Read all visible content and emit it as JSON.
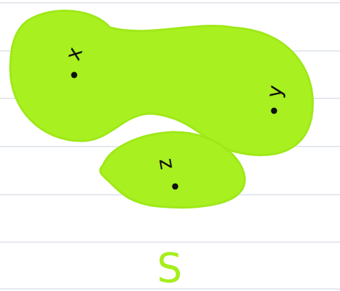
{
  "diagram": {
    "nodes": [
      {
        "text": [
          "x",
          "y"
        ]
      },
      {
        "text": [
          "z"
        ]
      }
    ],
    "labels": [
      "S"
    ]
  }
}
